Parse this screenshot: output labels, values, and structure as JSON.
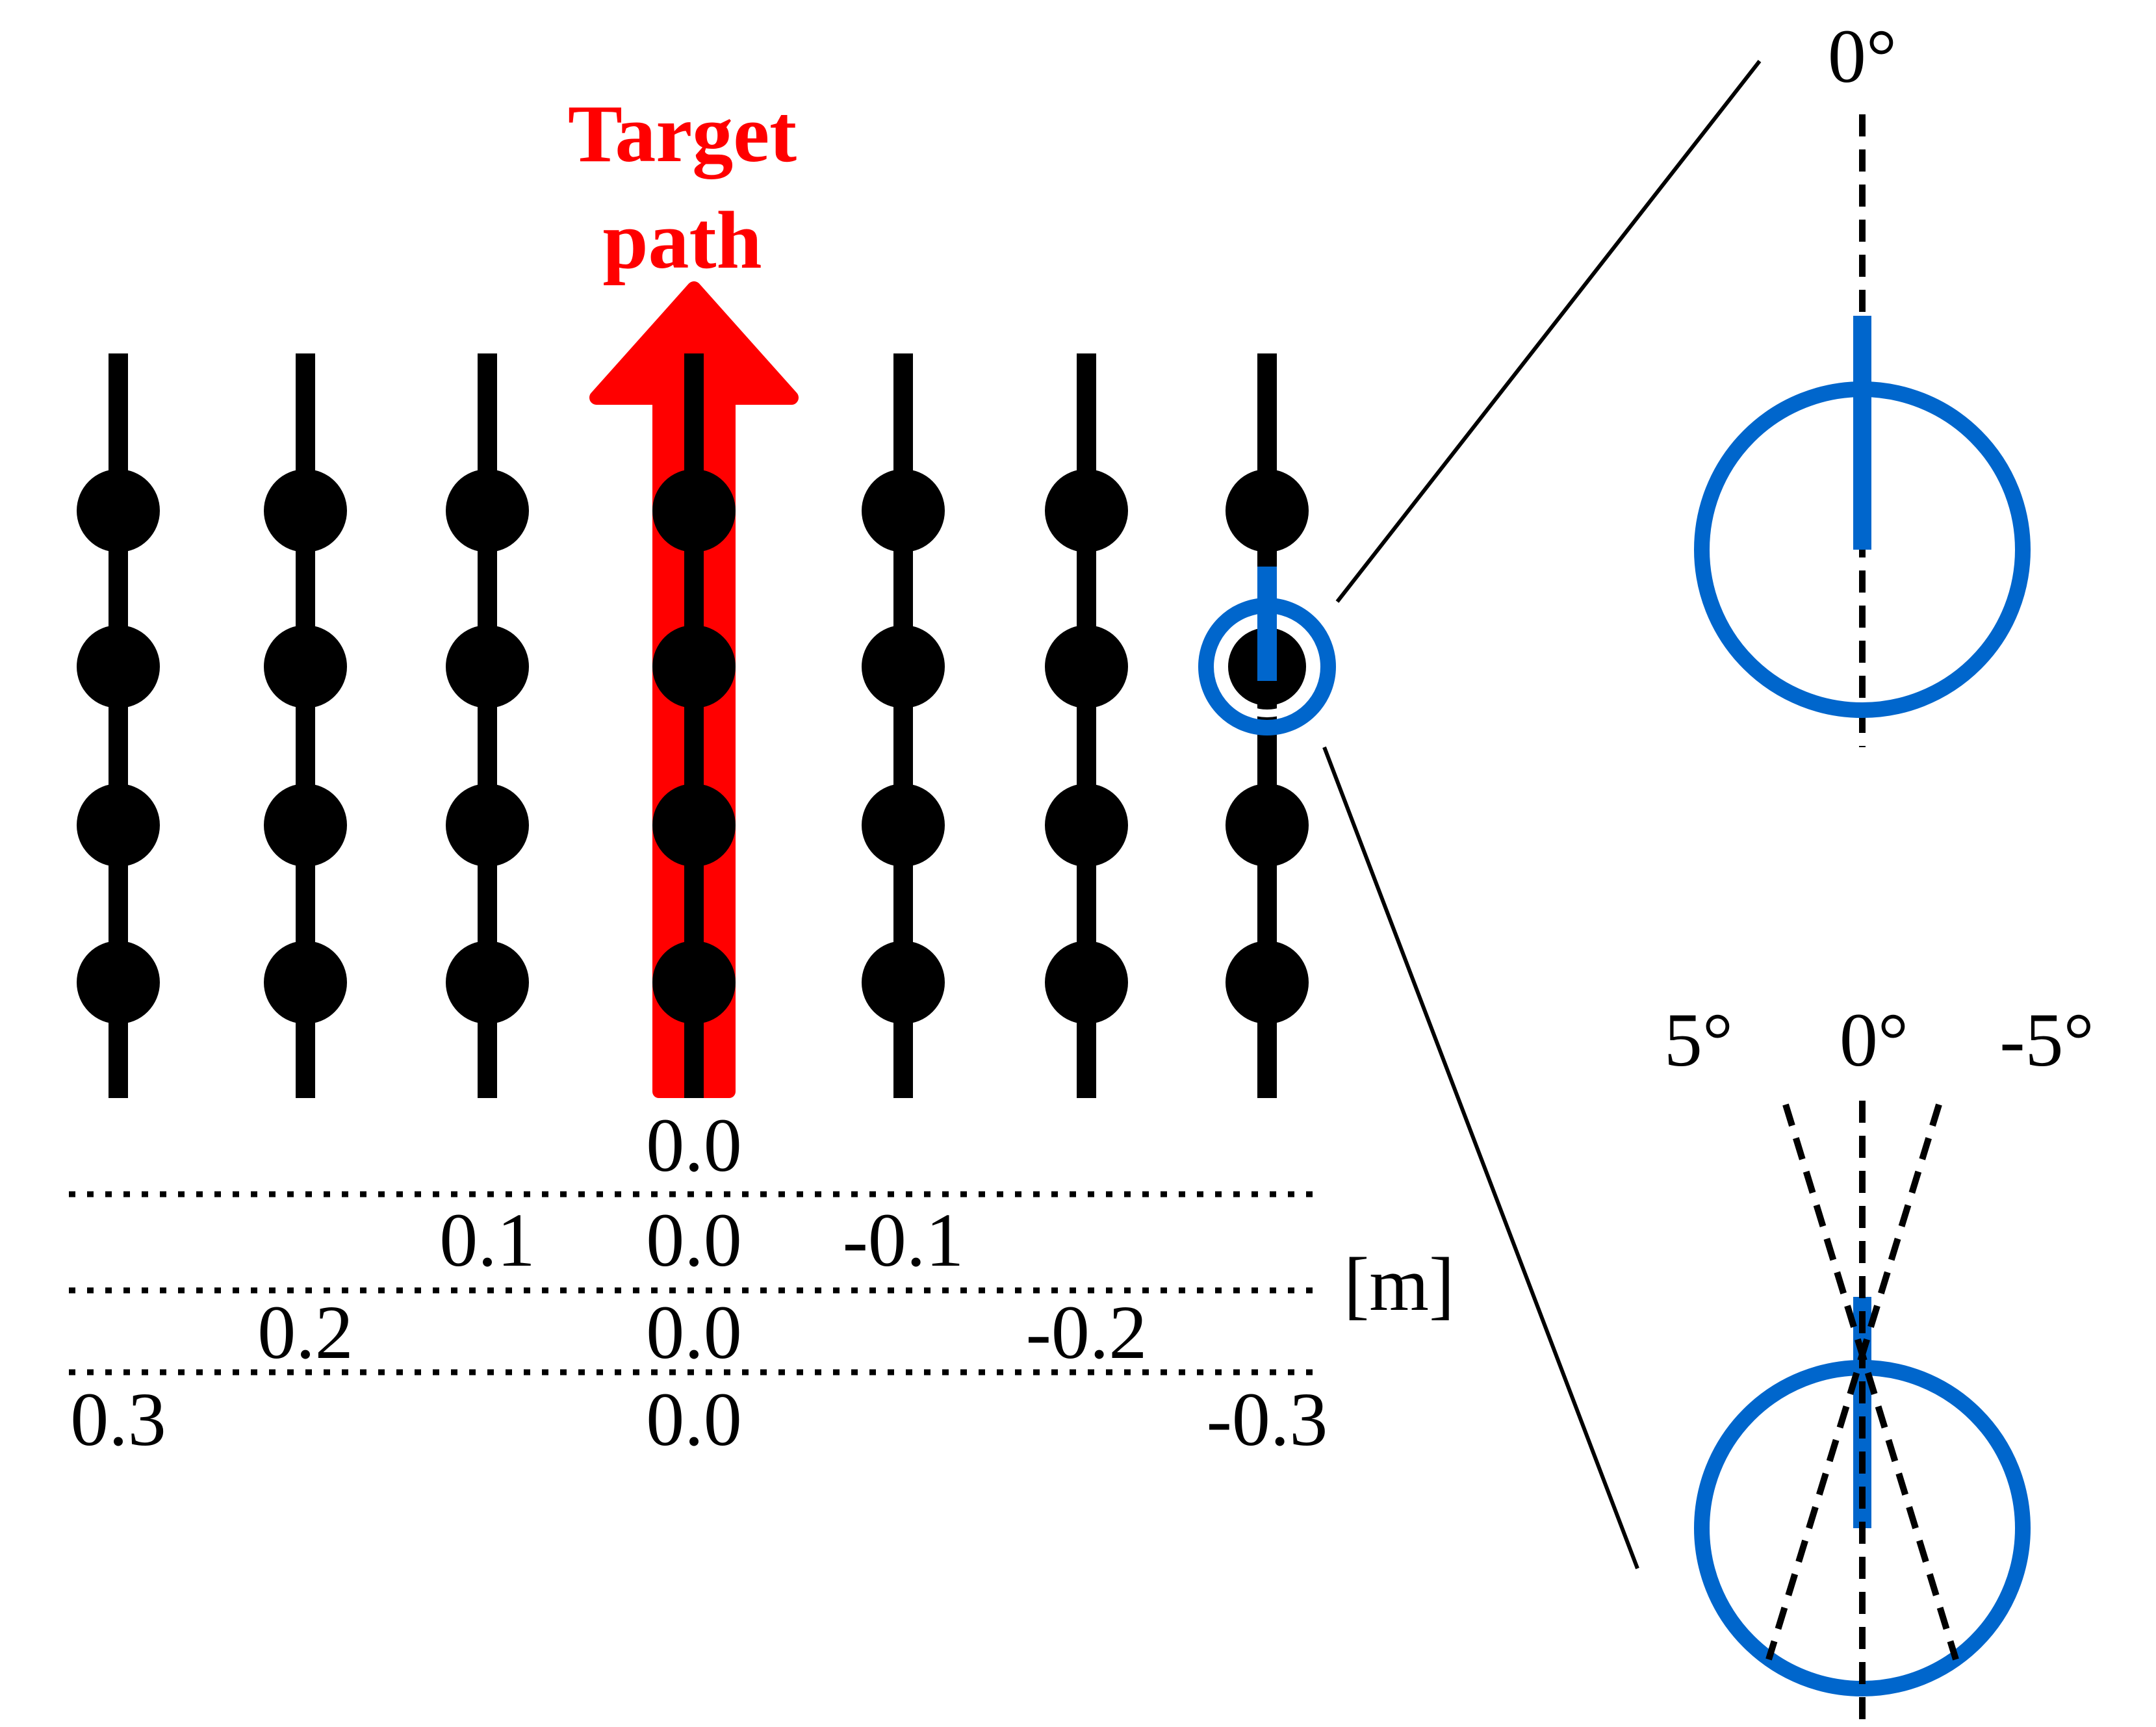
{
  "title": {
    "line1": "Target",
    "line2": "path"
  },
  "colors": {
    "target": "#ff0000",
    "highlight": "#0066cc",
    "ink": "#000000"
  },
  "grid": {
    "columns": 7,
    "rows": 4,
    "highlighted": {
      "column": 7,
      "row": 2
    }
  },
  "scale": {
    "unit": "[m]",
    "top_label": "0.0",
    "rows": [
      {
        "labels": [
          "0.1",
          "0.0",
          "-0.1"
        ]
      },
      {
        "labels": [
          "0.2",
          "0.0",
          "-0.2"
        ]
      },
      {
        "labels": [
          "0.3",
          "0.0",
          "-0.3"
        ]
      }
    ]
  },
  "zoom_top": {
    "angle_label": "0°"
  },
  "zoom_bottom": {
    "angle_labels": [
      "5°",
      "0°",
      "-5°"
    ]
  }
}
